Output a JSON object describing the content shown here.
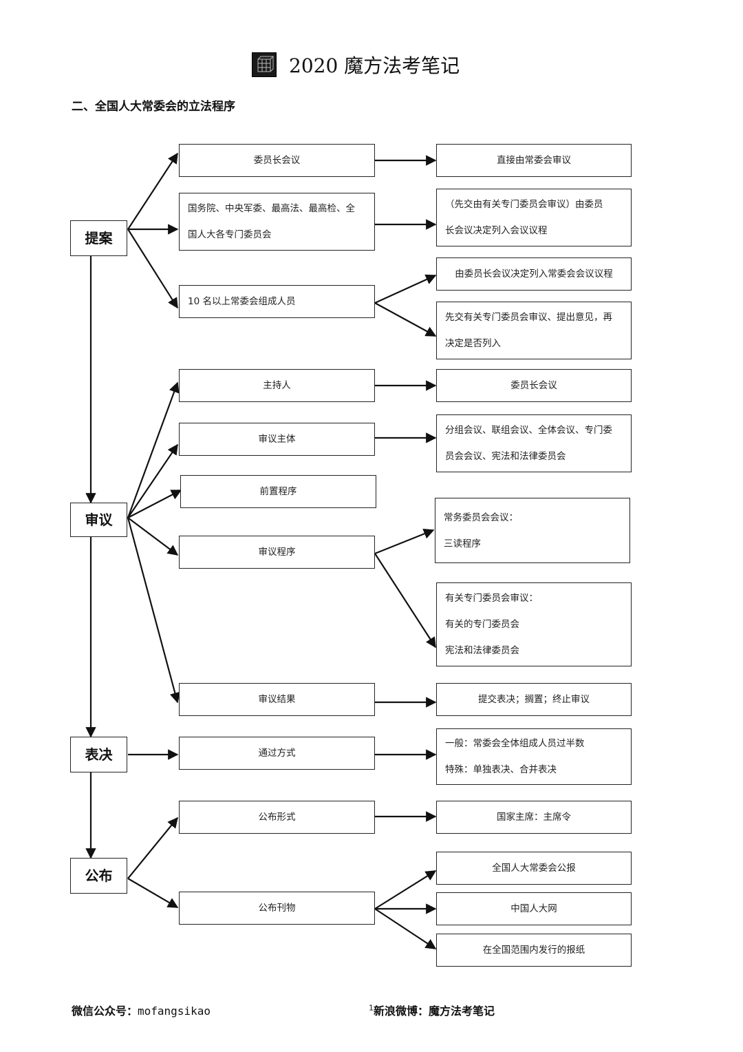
{
  "header": {
    "logo_icon": "cube-logo-icon",
    "title": "2020 魔方法考笔记"
  },
  "section_title": "二、全国人大常委会的立法程序",
  "stages": {
    "proposal": "提案",
    "review": "审议",
    "vote": "表决",
    "publish": "公布"
  },
  "proposal": {
    "sources": {
      "chairmen": "委员长会议",
      "organs_line1": "国务院、中央军委、最高法、最高检、全",
      "organs_line2": "国人大各专门委员会",
      "members": "10 名以上常委会组成人员"
    },
    "outcomes": {
      "direct": "直接由常委会审议",
      "organs_line1": "（先交由有关专门委员会审议）由委员",
      "organs_line2": "长会议决定列入会议议程",
      "members_a": "由委员长会议决定列入常委会会议议程",
      "members_b_line1": "先交有关专门委员会审议、提出意见，再",
      "members_b_line2": "决定是否列入"
    }
  },
  "review": {
    "items": {
      "host": "主持人",
      "subject": "审议主体",
      "pre": "前置程序",
      "procedure": "审议程序",
      "result": "审议结果"
    },
    "outcomes": {
      "host": "委员长会议",
      "subject_line1": "分组会议、联组会议、全体会议、专门委",
      "subject_line2": "员会会议、宪法和法律委员会",
      "standing_line1": "常务委员会会议：",
      "standing_line2": "三读程序",
      "committee_line1": "有关专门委员会审议：",
      "committee_line2": "有关的专门委员会",
      "committee_line3": "宪法和法律委员会",
      "result": "提交表决；搁置；终止审议"
    }
  },
  "vote": {
    "method": "通过方式",
    "outcome_line1": "一般：常委会全体组成人员过半数",
    "outcome_line2": "特殊：单独表决、合并表决"
  },
  "publish": {
    "form": "公布形式",
    "form_outcome": "国家主席：主席令",
    "media": "公布刊物",
    "media_outcomes": [
      "全国人大常委会公报",
      "中国人大网",
      "在全国范围内发行的报纸"
    ]
  },
  "footer": {
    "wechat_label": "微信公众号：",
    "wechat_id": "mofangsikao",
    "page_number": "1",
    "weibo_label": "新浪微博：魔方法考笔记"
  }
}
